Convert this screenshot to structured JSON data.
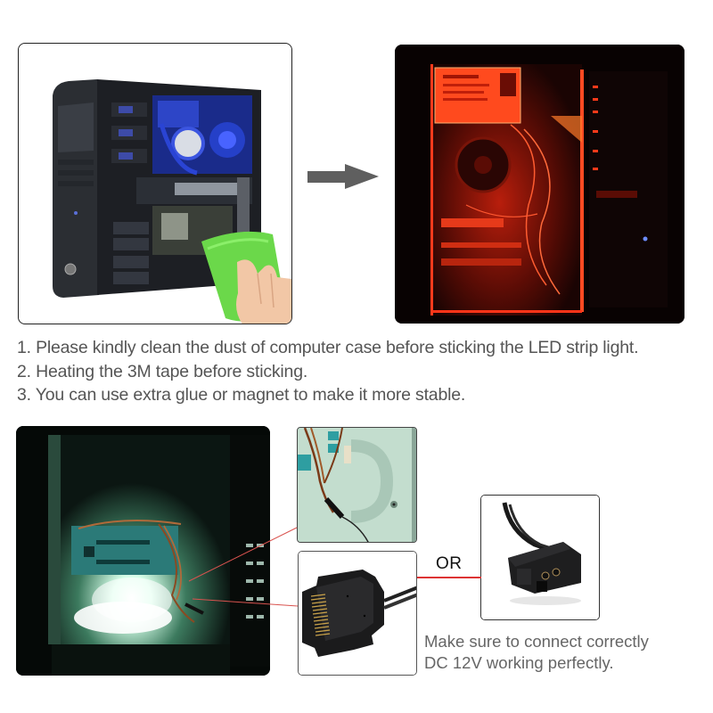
{
  "images": {
    "before": {
      "description": "computer-case-being-wiped-with-green-cloth"
    },
    "after": {
      "description": "computer-case-with-red-led-strip-glow"
    },
    "installed": {
      "description": "computer-case-with-white-green-led-strip-installed"
    },
    "detail_closeup": {
      "description": "closeup-of-led-strip-cable-connection"
    },
    "sata_connector": {
      "description": "sata-power-connector"
    },
    "molex_connector": {
      "description": "4-pin-molex-power-connector"
    }
  },
  "arrow": {
    "icon": "arrow-right-icon",
    "color": "#5f5f5f"
  },
  "instructions": [
    "1. Please kindly clean the dust of computer case before sticking the LED strip light.",
    "2. Heating the 3M tape before sticking.",
    "3. You can use extra glue or magnet to make it more stable."
  ],
  "connector_choice": {
    "or_label": "OR",
    "line_color": "#dd3333"
  },
  "note": {
    "line1": "Make sure to connect correctly",
    "line2": "DC 12V working perfectly."
  },
  "colors": {
    "text": "#555555",
    "callout": "#d9534f",
    "red_glow": "#ff2a10",
    "green_glow": "#c8ffe6"
  }
}
